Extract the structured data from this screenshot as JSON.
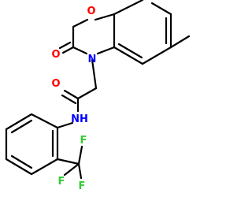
{
  "atoms": {
    "o_ring": "O",
    "o_ring_carbonyl": "O",
    "n_ring": "N",
    "o_amide": "O",
    "nh_amide": "NH",
    "f_top": "F",
    "f_left": "F",
    "f_bottom": "F"
  },
  "colors": {
    "bond": "#000000",
    "oxygen": "#ff0000",
    "nitrogen": "#0000ff",
    "fluorine": "#33cc33"
  }
}
